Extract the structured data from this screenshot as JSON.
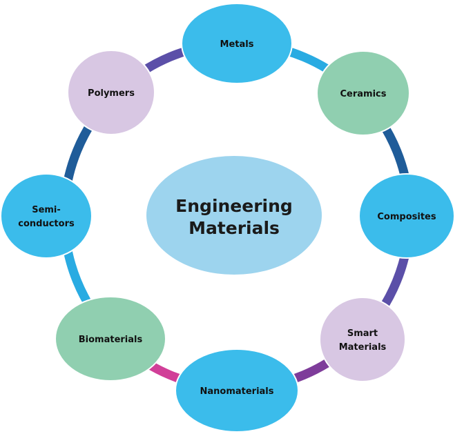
{
  "center": {
    "title_line1": "Engineering",
    "title_line2": "Materials",
    "color": "#9DD4EE"
  },
  "nodes": [
    {
      "id": "metals",
      "lines": [
        "Metals"
      ],
      "color": "#3BBCEB"
    },
    {
      "id": "ceramics",
      "lines": [
        "Ceramics"
      ],
      "color": "#90CFB0"
    },
    {
      "id": "composites",
      "lines": [
        "Composites"
      ],
      "color": "#3BBCEB"
    },
    {
      "id": "smart",
      "lines": [
        "Smart",
        "Materials"
      ],
      "color": "#D8C7E3"
    },
    {
      "id": "nanomaterials",
      "lines": [
        "Nanomaterials"
      ],
      "color": "#3BBCEB"
    },
    {
      "id": "biomaterials",
      "lines": [
        "Biomaterials"
      ],
      "color": "#90CFB0"
    },
    {
      "id": "semi",
      "lines": [
        "Semi-",
        "conductors"
      ],
      "color": "#3BBCEB"
    },
    {
      "id": "polymers",
      "lines": [
        "Polymers"
      ],
      "color": "#D8C7E3"
    }
  ],
  "connectors": [
    {
      "from": "metals",
      "to": "ceramics",
      "color": "#29ABE2"
    },
    {
      "from": "ceramics",
      "to": "composites",
      "color": "#1F5C99"
    },
    {
      "from": "composites",
      "to": "smart",
      "color": "#5B4FA8"
    },
    {
      "from": "smart",
      "to": "nanomaterials",
      "color": "#7E3C9A"
    },
    {
      "from": "nanomaterials",
      "to": "biomaterials",
      "color": "#D13F98"
    },
    {
      "from": "biomaterials",
      "to": "semi",
      "color": "#29ABE2"
    },
    {
      "from": "semi",
      "to": "polymers",
      "color": "#1F5C99"
    },
    {
      "from": "polymers",
      "to": "metals",
      "color": "#5B4FA8"
    }
  ]
}
